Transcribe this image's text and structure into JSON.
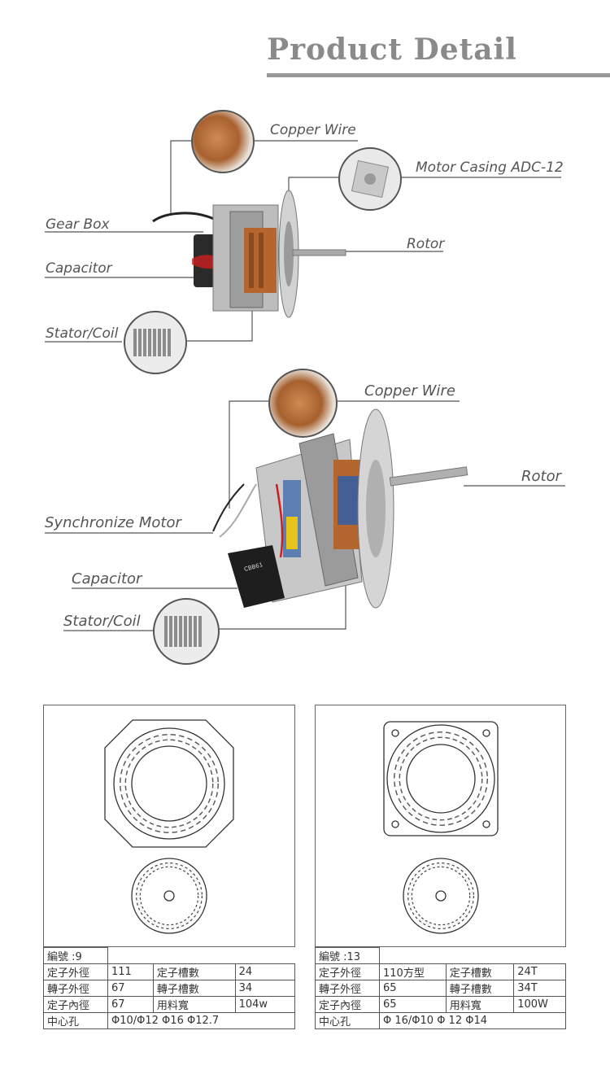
{
  "header": {
    "title": "Product Detail"
  },
  "motor1": {
    "labels": {
      "copper_wire": "Copper Wire",
      "motor_casing": "Motor Casing ADC-12",
      "gear_box": "Gear Box",
      "rotor": "Rotor",
      "capacitor": "Capacitor",
      "stator_coil": "Stator/Coil"
    }
  },
  "motor2": {
    "labels": {
      "copper_wire": "Copper Wire",
      "rotor": "Rotor",
      "synchronize_motor": "Synchronize Motor",
      "capacitor": "Capacitor",
      "stator_coil": "Stator/Coil"
    },
    "capacitor_brand": "CBB61"
  },
  "spec1": {
    "id": "編號 :9",
    "rows": [
      [
        "定子外徑",
        "111",
        "定子槽數",
        "24"
      ],
      [
        "轉子外徑",
        "67",
        "轉子槽數",
        "34"
      ],
      [
        "定子內徑",
        "67",
        "用料寬",
        "104w"
      ]
    ],
    "center_label": "中心孔",
    "center_value": "Φ10/Φ12    Φ16  Φ12.7"
  },
  "spec2": {
    "id": "編號 :13",
    "rows": [
      [
        "定子外徑",
        "110方型",
        "定子槽數",
        "24T"
      ],
      [
        "轉子外徑",
        "65",
        "轉子槽數",
        "34T"
      ],
      [
        "定子內徑",
        "65",
        "用料寬",
        "100W"
      ]
    ],
    "center_label": "中心孔",
    "center_value": "Φ 16/Φ10   Φ 12  Φ14"
  },
  "colors": {
    "title": "#8a8a8a",
    "rule": "#9a9a9a",
    "line": "#555555"
  }
}
